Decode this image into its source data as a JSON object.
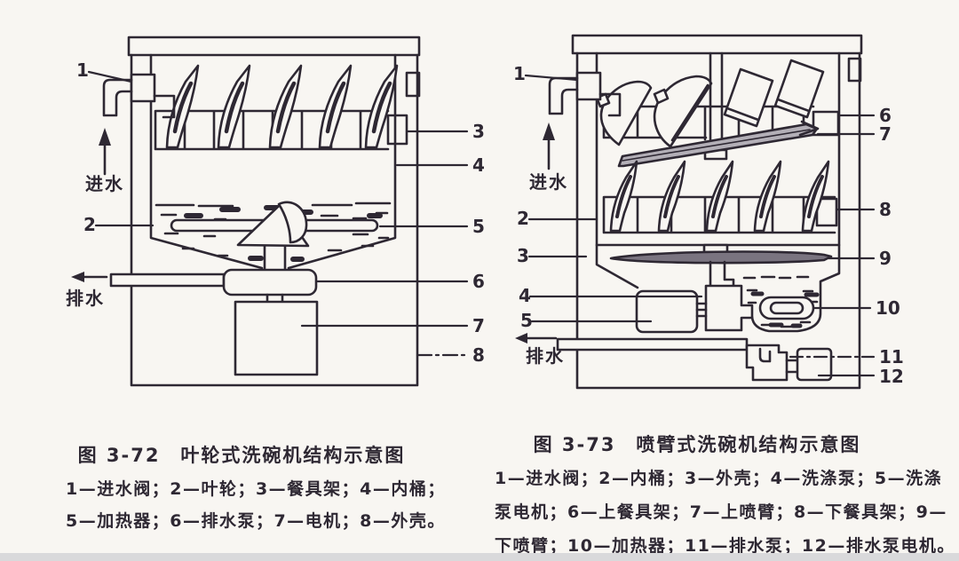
{
  "page": {
    "type": "scanned textbook figure page",
    "paper_color": "#f8f6f2",
    "ink_color": "#2e2833",
    "spray_arm_gray": "#b3afb7",
    "lower_arm_gray": "#7a7480",
    "bottom_strip_color": "#d9d9db"
  },
  "fig72": {
    "caption": "图 3-72　叶轮式洗碗机结构示意图",
    "legend": [
      "1—进水阀；2—叶轮；3—餐具架；4—内桶；",
      "5—加热器；6—排水泵；7—电机；8—外壳。"
    ],
    "inlet_label": "进水",
    "drain_label": "排水",
    "callouts": {
      "n1": "1",
      "n2": "2",
      "n3": "3",
      "n4": "4",
      "n5": "5",
      "n6": "6",
      "n7": "7",
      "n8": "8"
    }
  },
  "fig73": {
    "caption": "图 3-73　喷臂式洗碗机结构示意图",
    "legend": [
      "1—进水阀；2—内桶；3—外壳；4—洗涤泵；5—洗涤",
      "泵电机；6—上餐具架；7—上喷臂；8—下餐具架；9—",
      "下喷臂；10—加热器；11—排水泵；12—排水泵电机。"
    ],
    "inlet_label": "进水",
    "drain_label": "排水",
    "callouts": {
      "n1": "1",
      "n2": "2",
      "n3": "3",
      "n4": "4",
      "n5": "5",
      "n6": "6",
      "n7": "7",
      "n8": "8",
      "n9": "9",
      "n10": "10",
      "n11": "11",
      "n12": "12"
    }
  }
}
